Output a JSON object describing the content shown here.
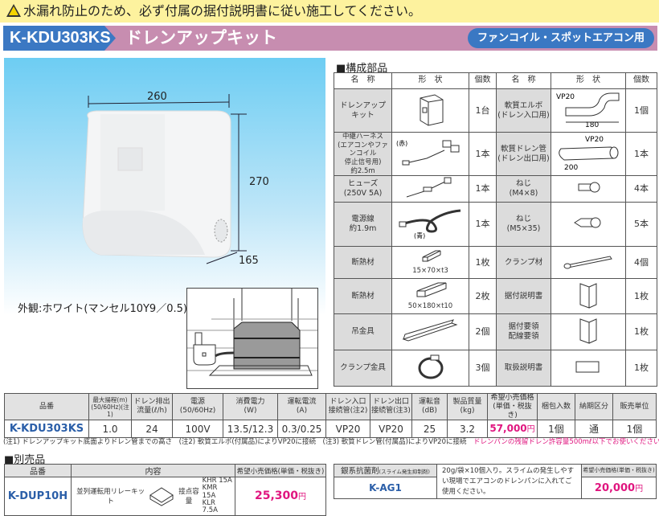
{
  "warning": {
    "icon": "warning-triangle-icon",
    "text": "水漏れ防止のため、必ず付属の据付説明書に従い施工してください。"
  },
  "header": {
    "model": "K-KDU303KS",
    "title": "ドレンアップキット",
    "category": "ファンコイル・スポットエアコン用",
    "colors": {
      "model_bg": "#3b78c3",
      "band_bg": "#c78db0",
      "warning_bg": "#fdf29e"
    }
  },
  "product": {
    "dim_width": "260",
    "dim_height": "270",
    "dim_depth": "165",
    "caption": "外観:ホワイト(マンセル10Y9／0.5)"
  },
  "parts": {
    "title": "■構成部品",
    "headers": [
      "名　称",
      "形　状",
      "個数",
      "名　称",
      "形　状",
      "個数"
    ],
    "left": [
      {
        "name": "ドレンアップ\nキット",
        "qty": "1台"
      },
      {
        "name": "中継ハーネス\n(エアコンやファンコイル\n停止信号用)\n約2.5m",
        "label": "(赤)",
        "qty": "1本"
      },
      {
        "name": "ヒューズ\n(250V 5A)",
        "qty": "1本"
      },
      {
        "name": "電源線\n約1.9m",
        "label": "(青)",
        "qty": "1本"
      },
      {
        "name": "断熱材",
        "label": "15×70×t3",
        "qty": "1枚"
      },
      {
        "name": "断熱材",
        "label": "50×180×t10",
        "qty": "2枚"
      },
      {
        "name": "吊金具",
        "qty": "2個"
      },
      {
        "name": "クランプ金具",
        "qty": "3個"
      }
    ],
    "right": [
      {
        "name": "軟質エルボ\n(ドレン入口用)",
        "label": "VP20",
        "dim": "180",
        "qty": "1個"
      },
      {
        "name": "軟質ドレン管\n(ドレン出口用)",
        "label": "VP20",
        "dim": "200",
        "qty": "1本"
      },
      {
        "name": "ねじ\n(M4×8)",
        "qty": "4本"
      },
      {
        "name": "ねじ\n(M5×35)",
        "qty": "5本"
      },
      {
        "name": "クランプ材",
        "qty": "4個"
      },
      {
        "name": "据付説明書",
        "qty": "1枚"
      },
      {
        "name": "据付要領\n配線要領",
        "qty": "1枚"
      },
      {
        "name": "取扱説明書",
        "qty": "1枚"
      }
    ]
  },
  "specs": {
    "headers": [
      "品番",
      "最大揚程(m)\n(50/60Hz)(注1)",
      "ドレン排出\n流量(ℓ/h)",
      "電源\n(50/60Hz)",
      "消費電力\n(W)",
      "運転電流\n(A)",
      "ドレン入口\n接続管(注2)",
      "ドレン出口\n接続管(注3)",
      "運転音\n(dB)",
      "製品質量\n(kg)",
      "希望小売価格\n(単価・税抜き)",
      "梱包入数",
      "納期区分",
      "販売単位"
    ],
    "row": {
      "model": "K-KDU303KS",
      "lift": "1.0",
      "flow": "24",
      "power": "100V",
      "consumption": "13.5/12.3",
      "current": "0.3/0.25",
      "inlet": "VP20",
      "outlet": "VP20",
      "noise": "25",
      "weight": "3.2",
      "price": "57,000",
      "currency": "円",
      "pack": "1個",
      "delivery": "通",
      "unit": "1個"
    }
  },
  "notes": {
    "text": "(注1) ドレンアップキット底面よりドレン管までの高さ　(注2) 軟質エルボ(付属品)によりVP20に接続　(注3) 軟質ドレン管(付属品)によりVP20に接続　",
    "highlight": "ドレンパンの残留ドレン許容量500mℓ以下でお使いください。",
    "highlight_color": "#e0157f"
  },
  "options": {
    "title": "■別売品",
    "item1": {
      "headers": [
        "品番",
        "内容",
        "希望小売価格(単価・税抜き)"
      ],
      "model": "K-DUP10H",
      "desc": "並列運転用リレーキット",
      "contact_label": "接点容量",
      "contacts": [
        "KHR 15A",
        "KMR 15A",
        "KLR 7.5A"
      ],
      "price": "25,300",
      "currency": "円"
    },
    "item2": {
      "header": "銀系抗菌剤",
      "header_sub": "(スライム発生抑制剤)",
      "model": "K-AG1",
      "desc": "20g/袋×10個入り。スライムの発生しやすい現場でエアコンのドレンパンに入れてご使用ください。",
      "price_header": "希望小売価格(単価・税抜き)",
      "price": "20,000",
      "currency": "円"
    }
  }
}
